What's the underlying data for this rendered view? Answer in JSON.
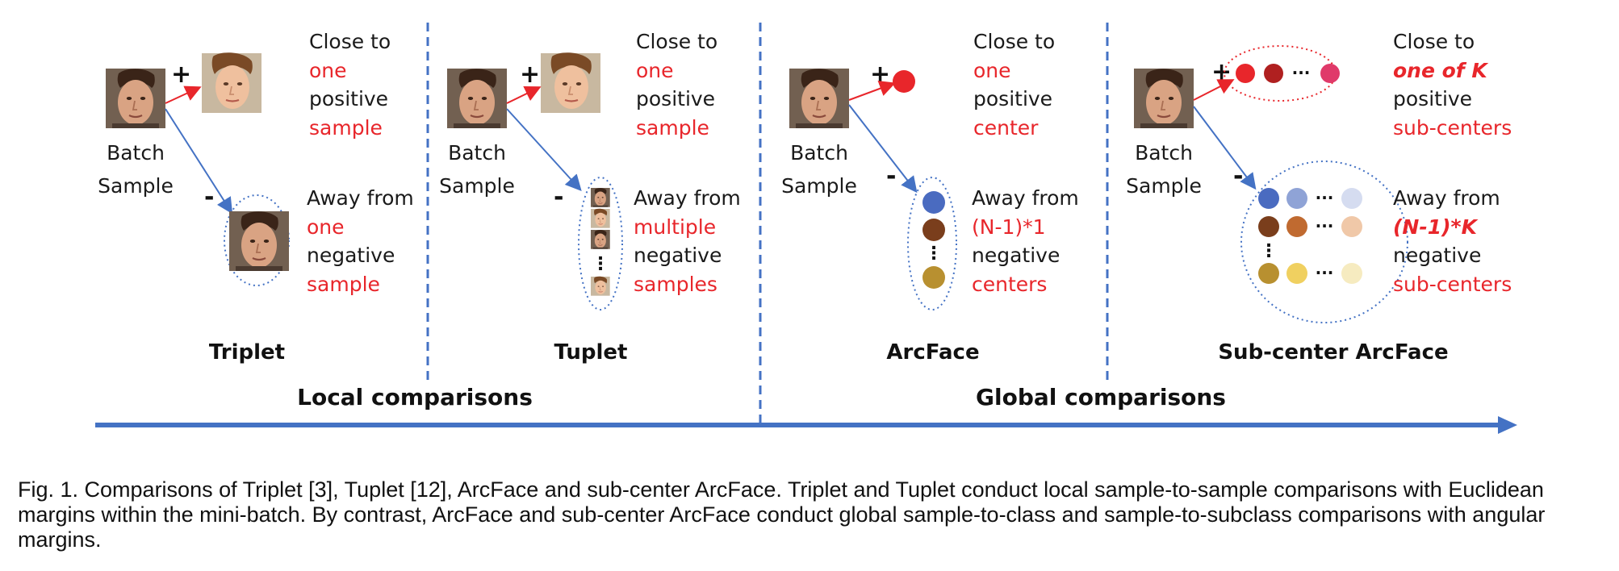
{
  "common": {
    "batch_line1": "Batch",
    "batch_line2": "Sample",
    "plus": "+",
    "minus": "-",
    "close_to": "Close to",
    "positive": "positive",
    "away_from": "Away from",
    "negative": "negative",
    "dots": "···",
    "vdots": "⋮"
  },
  "panels": {
    "triplet": {
      "title": "Triplet",
      "pos_q": "one",
      "pos_obj": "sample",
      "neg_q": "one",
      "neg_obj": "sample"
    },
    "tuplet": {
      "title": "Tuplet",
      "pos_q": "one",
      "pos_obj": "sample",
      "neg_q": "multiple",
      "neg_obj": "samples"
    },
    "arcface": {
      "title": "ArcFace",
      "pos_q": "one",
      "pos_obj": "center",
      "neg_q": "(N-1)*1",
      "neg_obj": "centers"
    },
    "subcenter": {
      "title": "Sub-center ArcFace",
      "pos_q": "one of K",
      "pos_obj": "sub-centers",
      "neg_q": "(N-1)*K",
      "neg_obj": "sub-centers"
    }
  },
  "sections": {
    "local": "Local comparisons",
    "global": "Global comparisons"
  },
  "colors": {
    "red": "#e8262b",
    "arrow_blue": "#4472c4",
    "positive_dots": [
      "#e8262b",
      "#b02020",
      "#e03a6a"
    ],
    "negative_rows": [
      [
        "#4a6bc0",
        "#8fa3d6",
        "#d5dcf0"
      ],
      [
        "#7a3e1c",
        "#c06a30",
        "#f0c8a8"
      ],
      [
        "#b89030",
        "#f0d060",
        "#f6ebc0"
      ]
    ]
  },
  "caption": "Fig. 1. Comparisons of Triplet [3], Tuplet [12], ArcFace and sub-center ArcFace. Triplet and Tuplet conduct local sample-to-sample comparisons with Euclidean margins within the mini-batch. By contrast, ArcFace and sub-center ArcFace conduct global sample-to-class and sample-to-subclass comparisons with angular margins."
}
